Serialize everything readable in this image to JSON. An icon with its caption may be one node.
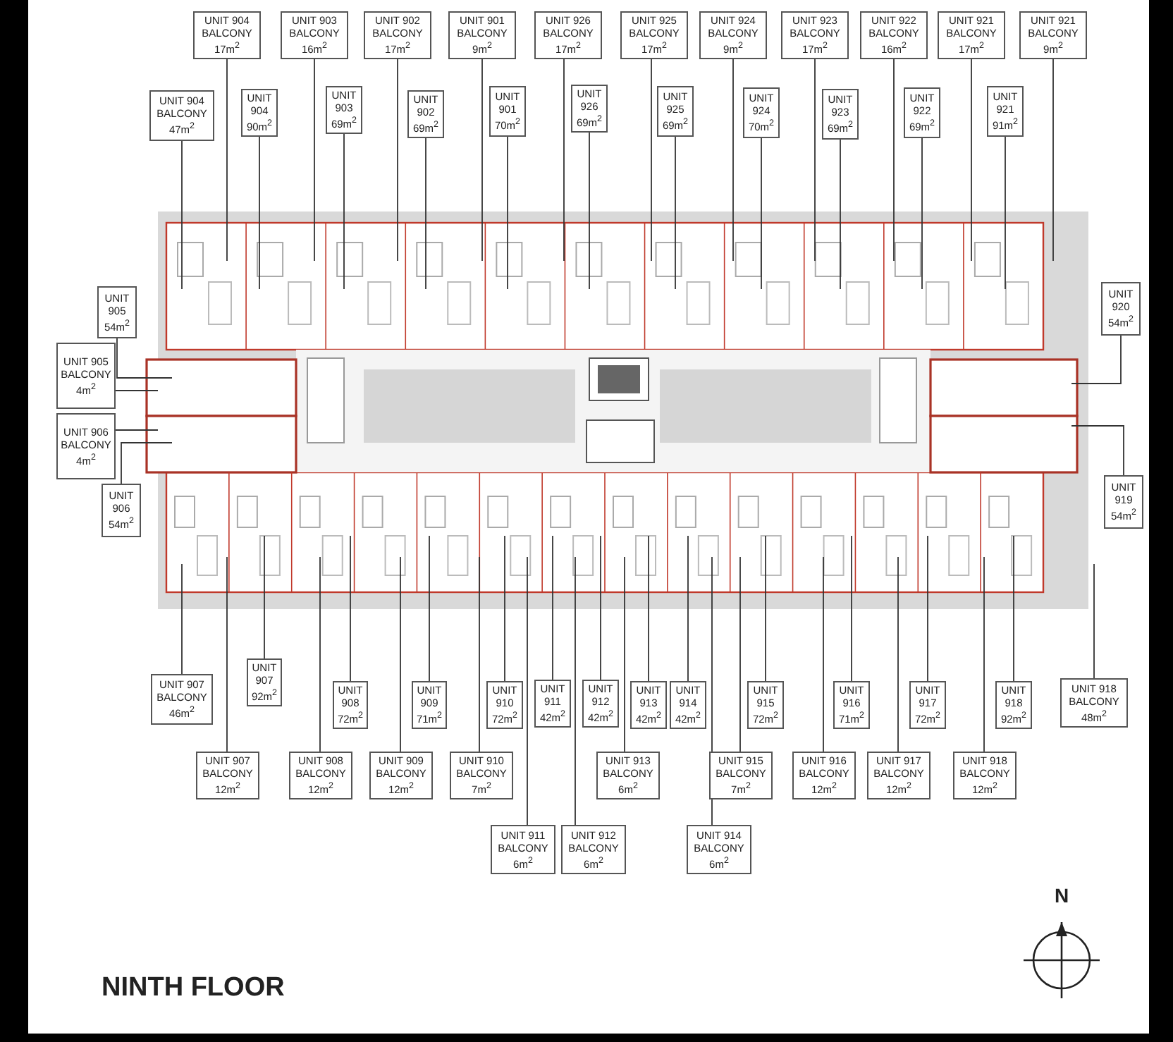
{
  "diagram": {
    "nodes": [
      {
        "text": [
          "UNIT 904 BALCONY 17m$^{2}$"
        ]
      },
      {
        "text": [
          "UNIT 903 BALCONY 16m$^{2}$"
        ]
      },
      {
        "text": [
          "UNIT 902 BALCONY 17m$^{2}$"
        ]
      },
      {
        "text": [
          "UNIT 901 BALCONY 9m$^{2}$"
        ]
      },
      {
        "text": [
          "UNIT 926 BALCONY 17m$^{2}$"
        ]
      },
      {
        "text": [
          "UNIT 925 BALCONY 17m$^{2}$"
        ]
      },
      {
        "text": [
          "UNIT 924 BALCONY 9m$^{2}$"
        ]
      },
      {
        "text": [
          "UNIT 923 BALCONY 17m$^{2}$"
        ]
      },
      {
        "text": [
          "UNIT 922 BALCONY 16m$^{2}$"
        ]
      },
      {
        "text": [
          "UNIT 921 BALCONY 17m$^{2}$"
        ]
      },
      {
        "text": [
          "UNIT 921 BALCONY 9m$^{2}$"
        ]
      },
      {
        "text": [
          "UNIT 904 BALCONY 47m$^{2}$"
        ]
      },
      {
        "text": [
          "UNIT 904 90m$^{2}$"
        ]
      },
      {
        "text": [
          "UNIT 903 69m$^{2}$"
        ]
      },
      {
        "text": [
          "UNIT 902 69m$^{2}$"
        ]
      },
      {
        "text": [
          "UNIT 901 70m$^{2}$"
        ]
      },
      {
        "text": [
          "UNIT 926 69m$^{2}$"
        ]
      },
      {
        "text": [
          "UNIT 925 69m$^{2}$"
        ]
      },
      {
        "text": [
          "UNIT 924 70m$^{2}$"
        ]
      },
      {
        "text": [
          "UNIT 923 69m$^{2}$"
        ]
      },
      {
        "text": [
          "UNIT 922 69m$^{2}$"
        ]
      },
      {
        "text": [
          "UNIT 921 91m$^{2}$"
        ]
      },
      {
        "text": [
          "UNIT 905 54m$^{2}$"
        ]
      },
      {
        "text": [
          "UNIT 905 BALCONY 4m$^{2}$"
        ]
      },
      {
        "text": [
          "UNIT 906 BALCONY 4m$^{2}$"
        ]
      },
      {
        "text": [
          "UNIT 906 54m$^{2}$"
        ]
      },
      {
        "text": [
          "UNIT 920 54m$^{2}$"
        ]
      },
      {
        "text": [
          "UNIT 919 54m$^{2}$"
        ]
      },
      {
        "text": [
          "UNIT 907 BALCONY 46m$^{2}$"
        ]
      },
      {
        "text": [
          "UNIT 907 92m$^{2}$"
        ]
      },
      {
        "text": [
          "UNIT 908 72m$^{2}$"
        ]
      },
      {
        "text": [
          "UNIT 909 71m$^{2}$"
        ]
      },
      {
        "text": [
          "UNIT 910 72m$^{2}$"
        ]
      },
      {
        "text": [
          "UNIT 911 42m$^{2}$"
        ]
      },
      {
        "text": [
          "UNIT 912 42m$^{2}$"
        ]
      },
      {
        "text": [
          "UNIT 913 42m$^{2}$"
        ]
      },
      {
        "text": [
          "UNIT 914 42m$^{2}$"
        ]
      },
      {
        "text": [
          "UNIT 915 72m$^{2}$"
        ]
      },
      {
        "text": [
          "UNIT 916 71m$^{2}$"
        ]
      },
      {
        "text": [
          "UNIT 917 72m$^{2}$"
        ]
      },
      {
        "text": [
          "UNIT 918 92m$^{2}$"
        ]
      },
      {
        "text": [
          "UNIT 918 BALCONY 48m$^{2}$"
        ]
      },
      {
        "text": [
          "UNIT 907 BALCONY 12m$^{2}$"
        ]
      },
      {
        "text": [
          "UNIT 908 BALCONY 12m$^{2}$"
        ]
      },
      {
        "text": [
          "UNIT 909 BALCONY 12m$^{2}$"
        ]
      },
      {
        "text": [
          "UNIT 910 BALCONY 7m$^{2}$"
        ]
      },
      {
        "text": [
          "UNIT 913 BALCONY 6m$^{2}$"
        ]
      },
      {
        "text": [
          "UNIT 915 BALCONY 7m$^{2}$"
        ]
      },
      {
        "text": [
          "UNIT 916 BALCONY 12m$^{2}$"
        ]
      },
      {
        "text": [
          "UNIT 917 BALCONY 12m$^{2}$"
        ]
      },
      {
        "text": [
          "UNIT 918 BALCONY 12m$^{2}$"
        ]
      },
      {
        "text": [
          "UNIT 911 BALCONY 6m$^{2}$"
        ]
      },
      {
        "text": [
          "UNIT 912 BALCONY 6m$^{2}$"
        ]
      },
      {
        "text": [
          "UNIT 914 BALCONY 6m$^{2}$"
        ]
      }
    ],
    "edges": [
      {
        "from": 0,
        "to": null,
        "arrow": "none"
      },
      {
        "from": 1,
        "to": null,
        "arrow": "none"
      },
      {
        "from": 2,
        "to": null,
        "arrow": "none"
      },
      {
        "from": 3,
        "to": null,
        "arrow": "none"
      },
      {
        "from": 4,
        "to": null,
        "arrow": "none"
      },
      {
        "from": 5,
        "to": null,
        "arrow": "none"
      },
      {
        "from": 6,
        "to": null,
        "arrow": "none"
      },
      {
        "from": 7,
        "to": null,
        "arrow": "none"
      },
      {
        "from": 8,
        "to": null,
        "arrow": "none"
      },
      {
        "from": 9,
        "to": null,
        "arrow": "none"
      },
      {
        "from": 10,
        "to": null,
        "arrow": "none"
      },
      {
        "from": 11,
        "to": null,
        "arrow": "none"
      },
      {
        "from": 12,
        "to": null,
        "arrow": "none"
      },
      {
        "from": 13,
        "to": null,
        "arrow": "none"
      },
      {
        "from": 14,
        "to": null,
        "arrow": "none"
      },
      {
        "from": 15,
        "to": null,
        "arrow": "none"
      },
      {
        "from": 16,
        "to": null,
        "arrow": "none"
      },
      {
        "from": 17,
        "to": null,
        "arrow": "none"
      },
      {
        "from": 18,
        "to": null,
        "arrow": "none"
      },
      {
        "from": 19,
        "to": null,
        "arrow": "none"
      },
      {
        "from": 20,
        "to": null,
        "arrow": "none"
      },
      {
        "from": 21,
        "to": null,
        "arrow": "none"
      },
      {
        "from": 22,
        "to": null,
        "arrow": "none"
      },
      {
        "from": 23,
        "to": null,
        "arrow": "none"
      },
      {
        "from": 24,
        "to": null,
        "arrow": "none"
      },
      {
        "from": 25,
        "to": null,
        "arrow": "none"
      },
      {
        "from": 26,
        "to": null,
        "arrow": "none"
      },
      {
        "from": 27,
        "to": null,
        "arrow": "none"
      },
      {
        "from": 28,
        "to": null,
        "arrow": "none"
      },
      {
        "from": 29,
        "to": null,
        "arrow": "none"
      },
      {
        "from": 30,
        "to": null,
        "arrow": "none"
      },
      {
        "from": 31,
        "to": null,
        "arrow": "none"
      },
      {
        "from": 32,
        "to": null,
        "arrow": "none"
      },
      {
        "from": 33,
        "to": null,
        "arrow": "none"
      },
      {
        "from": 34,
        "to": null,
        "arrow": "none"
      },
      {
        "from": 35,
        "to": null,
        "arrow": "none"
      },
      {
        "from": 36,
        "to": null,
        "arrow": "none"
      },
      {
        "from": 37,
        "to": null,
        "arrow": "none"
      },
      {
        "from": 38,
        "to": null,
        "arrow": "none"
      },
      {
        "from": 39,
        "to": null,
        "arrow": "none"
      },
      {
        "from": 40,
        "to": null,
        "arrow": "none"
      },
      {
        "from": 41,
        "to": null,
        "arrow": "none"
      },
      {
        "from": 42,
        "to": null,
        "arrow": "none"
      },
      {
        "from": 43,
        "to": null,
        "arrow": "none"
      },
      {
        "from": 44,
        "to": null,
        "arrow": "none"
      },
      {
        "from": 45,
        "to": null,
        "arrow": "none"
      },
      {
        "from": 46,
        "to": null,
        "arrow": "none"
      },
      {
        "from": 47,
        "to": null,
        "arrow": "none"
      },
      {
        "from": 48,
        "to": null,
        "arrow": "none"
      },
      {
        "from": 49,
        "to": null,
        "arrow": "none"
      },
      {
        "from": 50,
        "to": null,
        "arrow": "none"
      },
      {
        "from": 51,
        "to": null,
        "arrow": "none"
      },
      {
        "from": 52,
        "to": null,
        "arrow": "none"
      },
      {
        "from": 53,
        "to": null,
        "arrow": "none"
      }
    ],
    "labels": [
      "N",
      "NINTH FLOOR"
    ]
  }
}
